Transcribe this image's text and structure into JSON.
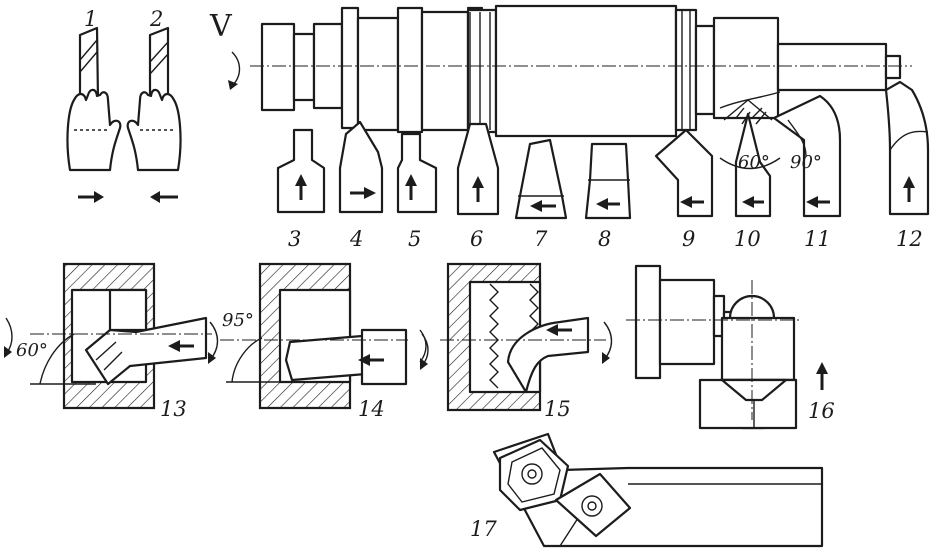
{
  "labels": {
    "l1": "1",
    "l2": "2",
    "l3": "3",
    "l4": "4",
    "l5": "5",
    "l6": "6",
    "l7": "7",
    "l8": "8",
    "l9": "9",
    "l10": "10",
    "l11": "11",
    "l12": "12",
    "l13": "13",
    "l14": "14",
    "l15": "15",
    "l16": "16",
    "l17": "17"
  },
  "symbols": {
    "speed": "V"
  },
  "angles": {
    "a60_tool10": "60°",
    "a90_tool11": "90°",
    "a60_fig13": "60°",
    "a95_fig14": "95°"
  },
  "colors": {
    "ink": "#1c1c1c",
    "paper": "#ffffff"
  }
}
